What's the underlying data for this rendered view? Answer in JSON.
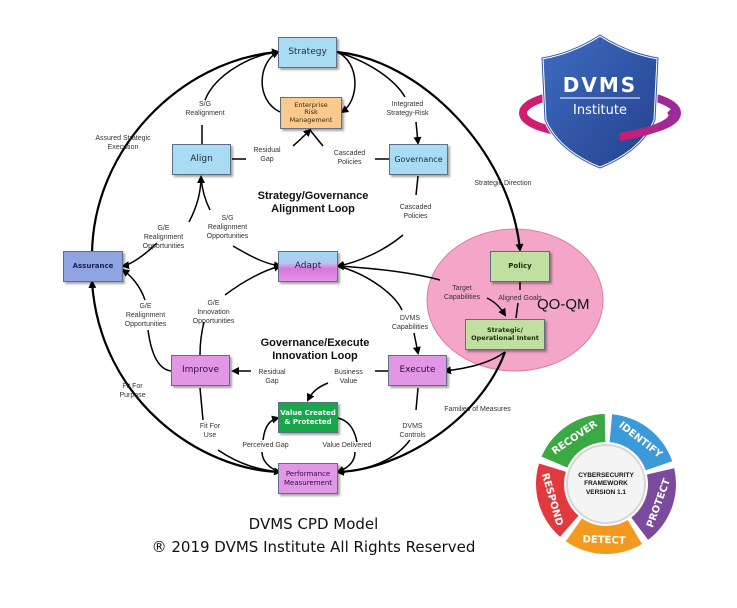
{
  "title": "DVMS CPD Model",
  "copyright": "® 2019 DVMS Institute All Rights Reserved",
  "logo": {
    "line1": "DVMS",
    "line2": "Institute",
    "colors": {
      "shield": "#2f57a8",
      "ring": "#c11e7a"
    }
  },
  "nodes": {
    "strategy": "Strategy",
    "erm": "Enterprise\nRisk\nManagement",
    "align": "Align",
    "governance": "Governance",
    "assurance": "Assurance",
    "adapt": "Adapt",
    "policy": "Policy",
    "intent": "Strategic/\nOperational Intent",
    "improve": "Improve",
    "execute": "Execute",
    "value": "Value Created\n& Protected",
    "perf": "Performance\nMeasurement"
  },
  "labels": {
    "sg_realignment": "S/G\nRealignment",
    "integrated": "Integrated\nStrategy-Risk",
    "assured": "Assured Strategic\nExecution",
    "residual_gap_top": "Residual\nGap",
    "cascaded_1": "Cascaded\nPolicies",
    "cascaded_2": "Cascaded\nPolicies",
    "strategic_direction": "Strategic Direction",
    "ge_realign_top": "G/E\nRealignment\nOpportunities",
    "sg_realign_opp": "S/G\nRealignment\nOpportunities",
    "ge_realign_bottom": "G/E\nRealignment\nOpportunities",
    "ge_innovation": "G/E\nInnovation\nOpportunities",
    "target_capabilities": "Target\nCapabilities",
    "aligned_goals": "Aligned Goals",
    "dvms_capabilities": "DVMS\nCapabilities",
    "residual_gap_bottom": "Residual\nGap",
    "business_value": "Business\nValue",
    "fit_purpose": "Fit For\nPurpose",
    "fit_use": "Fit For\nUse",
    "families": "Families of Measures",
    "dvms_controls": "DVMS\nControls",
    "perceived_gap": "Perceived Gap",
    "value_delivered": "Value Delivered"
  },
  "loops": {
    "alignment": "Strategy/Governance\nAlignment Loop",
    "innovation": "Governance/Execute\nInnovation Loop"
  },
  "qoqm": "QO-QM",
  "csf": {
    "center": "CYBERSECURITY\nFRAMEWORK\nVERSION 1.1",
    "segments": [
      {
        "label": "IDENTIFY",
        "color": "#3d9ad9"
      },
      {
        "label": "PROTECT",
        "color": "#7b4a9c"
      },
      {
        "label": "DETECT",
        "color": "#f29a1f"
      },
      {
        "label": "RESPOND",
        "color": "#e03a3e"
      },
      {
        "label": "RECOVER",
        "color": "#3aa843"
      }
    ]
  }
}
